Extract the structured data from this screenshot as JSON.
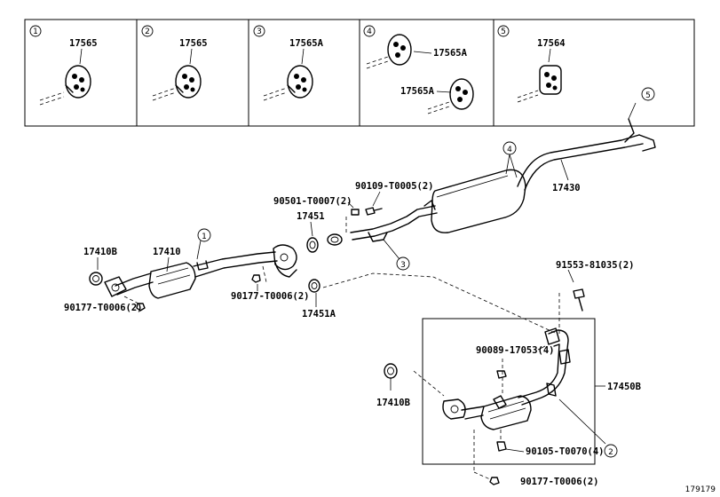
{
  "insets": [
    {
      "number": "1",
      "parts": [
        "17565"
      ]
    },
    {
      "number": "2",
      "parts": [
        "17565"
      ]
    },
    {
      "number": "3",
      "parts": [
        "17565A"
      ]
    },
    {
      "number": "4",
      "parts": [
        "17565A",
        "17565A"
      ]
    },
    {
      "number": "5",
      "parts": [
        "17564"
      ]
    }
  ],
  "labels": {
    "p17430": "17430",
    "p90109": "90109-T0005(2)",
    "p90501": "90501-T0007(2)",
    "p17451": "17451",
    "p17410B_top": "17410B",
    "p17410": "17410",
    "p90177_left": "90177-T0006(2)",
    "p90177_mid": "90177-T0006(2)",
    "p17451A": "17451A",
    "p91553": "91553-81035(2)",
    "p90089": "90089-17053(4)",
    "p17450B": "17450B",
    "p17410B_bot": "17410B",
    "p90105": "90105-T0070(4)",
    "p90177_bot": "90177-T0006(2)",
    "ref": "179179"
  },
  "callouts": {
    "c1": "1",
    "c3": "3",
    "c4": "4",
    "c5": "5",
    "c2": "2"
  }
}
